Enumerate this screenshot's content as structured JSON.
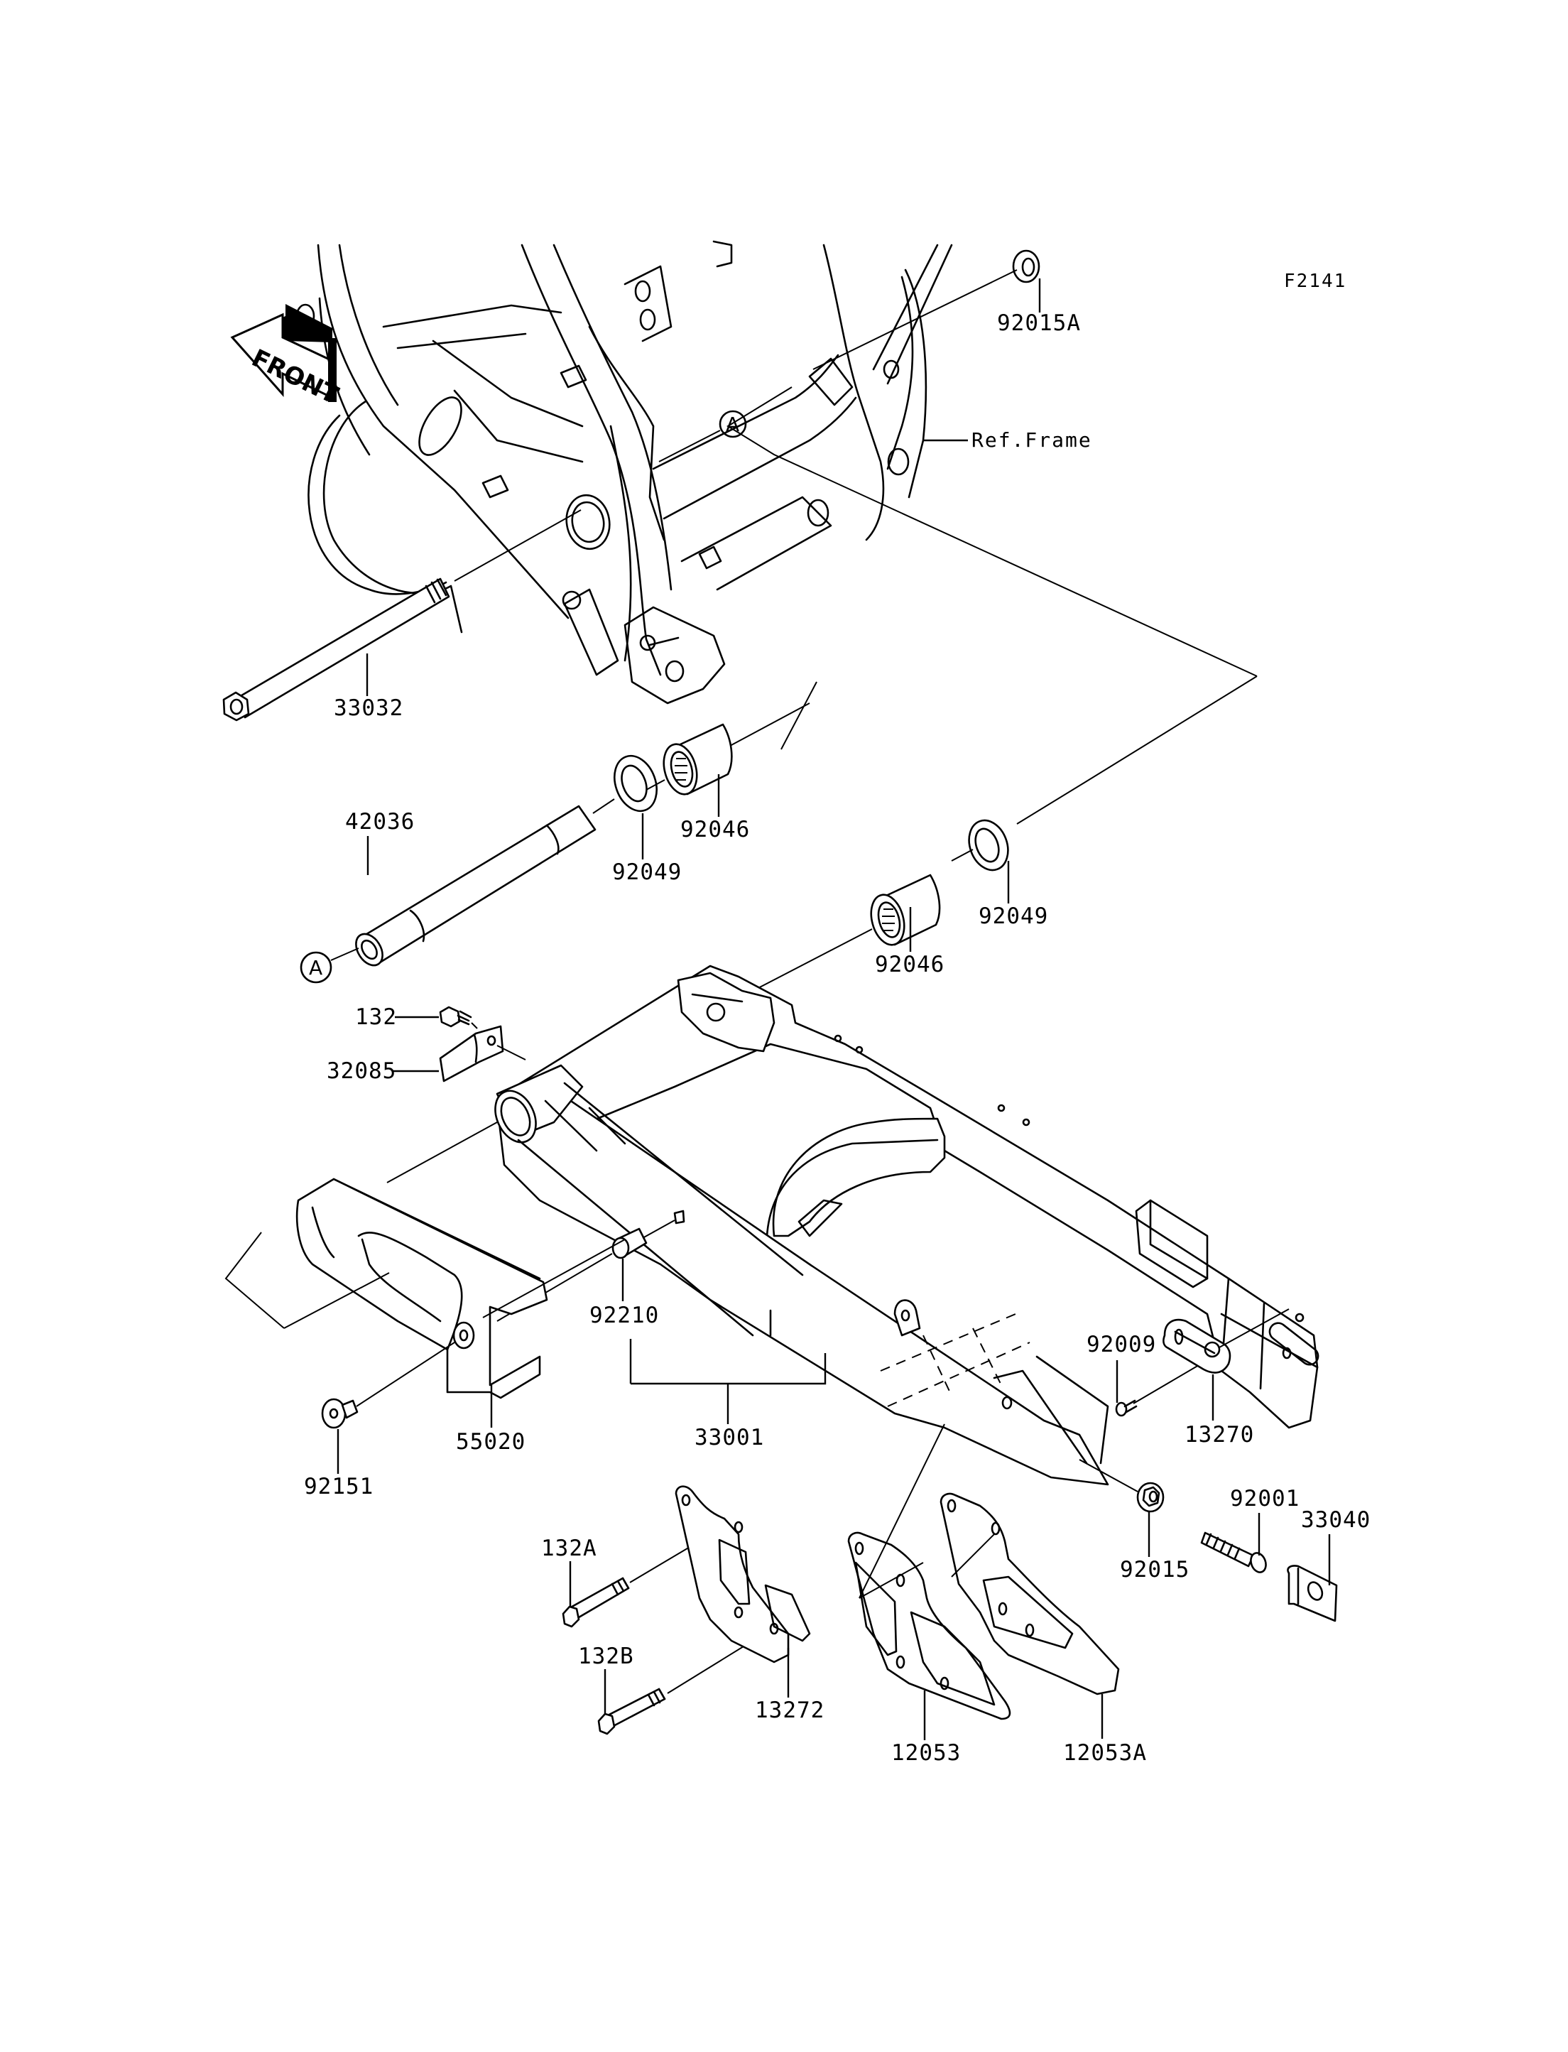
{
  "diagram": {
    "figure_code": "F2141",
    "direction_indicator": "FRONT",
    "reference_label": "Ref.Frame",
    "reference_marker": "A",
    "parts": [
      {
        "id": "92015A",
        "name": "Nut (upper frame mount)"
      },
      {
        "id": "33032",
        "name": "Pivot shaft bolt"
      },
      {
        "id": "42036",
        "name": "Sleeve / collar"
      },
      {
        "id": "92049",
        "name": "Oil seal (left)"
      },
      {
        "id": "92046",
        "name": "Needle bearing (left)"
      },
      {
        "id": "92046",
        "name": "Needle bearing (right)"
      },
      {
        "id": "92049",
        "name": "Oil seal (right)"
      },
      {
        "id": "132",
        "name": "Bolt"
      },
      {
        "id": "32085",
        "name": "Bracket"
      },
      {
        "id": "92210",
        "name": "Collar"
      },
      {
        "id": "33001",
        "name": "Swingarm"
      },
      {
        "id": "55020",
        "name": "Chain slider/guard"
      },
      {
        "id": "92151",
        "name": "Screw"
      },
      {
        "id": "92009",
        "name": "Screw"
      },
      {
        "id": "13270",
        "name": "Chain adjuster plate"
      },
      {
        "id": "92015",
        "name": "Nut"
      },
      {
        "id": "92001",
        "name": "Bolt"
      },
      {
        "id": "33040",
        "name": "Adjuster block"
      },
      {
        "id": "132A",
        "name": "Bolt"
      },
      {
        "id": "132B",
        "name": "Bolt"
      },
      {
        "id": "13272",
        "name": "Plate"
      },
      {
        "id": "12053",
        "name": "Chain guide"
      },
      {
        "id": "12053A",
        "name": "Chain guide"
      }
    ]
  }
}
